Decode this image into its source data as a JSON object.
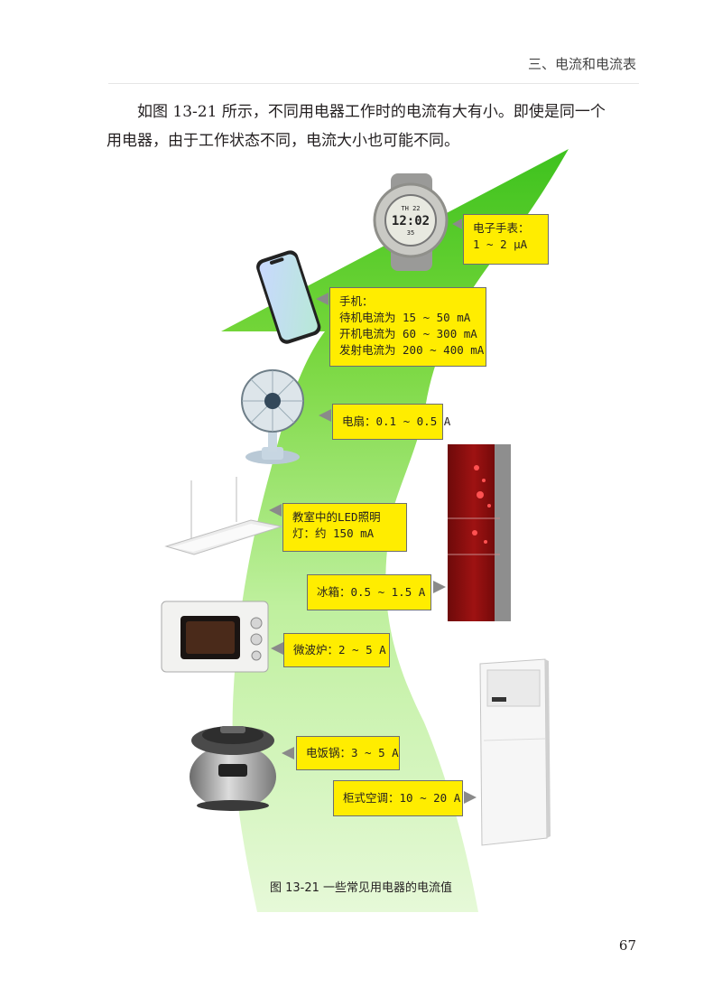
{
  "header": {
    "chapter_title": "三、电流和电流表"
  },
  "paragraph": {
    "line1": "如图 13-21 所示，不同用电器工作时的电流有大有小。即使是同一个",
    "line2": "用电器，由于工作状态不同，电流大小也可能不同。"
  },
  "figure": {
    "labels": {
      "watch": {
        "line1": "电子手表：",
        "line2": "1 ~ 2 μA"
      },
      "phone": {
        "line1": "手机：",
        "line2": "待机电流为 15 ~ 50 mA",
        "line3": "开机电流为 60 ~ 300 mA",
        "line4": "发射电流为 200 ~ 400 mA"
      },
      "fan": {
        "line1": "电扇：0.1 ~ 0.5 A"
      },
      "led": {
        "line1": "教室中的LED照明",
        "line2": "灯：约 150 mA"
      },
      "fridge": {
        "line1": "冰箱：0.5 ~ 1.5 A"
      },
      "microwave": {
        "line1": "微波炉：2 ~ 5 A"
      },
      "cooker": {
        "line1": "电饭锅：3 ~ 5 A"
      },
      "aircon": {
        "line1": "柜式空调：10 ~ 20 A"
      }
    },
    "watch_display": {
      "top": "TH 22",
      "time": "12:02",
      "bottom": "35"
    },
    "colors": {
      "label_bg": "#ffed00",
      "band": "#7ed23a",
      "arrow": "#8a8a8a"
    },
    "caption": "图 13-21  一些常见用电器的电流值"
  },
  "page_number": "67"
}
